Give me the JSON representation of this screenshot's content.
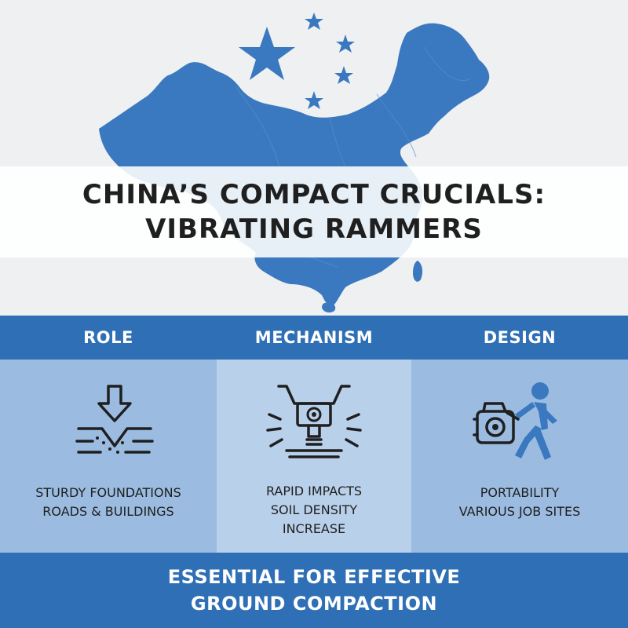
{
  "title": {
    "line1": "CHINA’S COMPACT CRUCIALS:",
    "line2": "VIBRATING RAMMERS"
  },
  "columns": [
    {
      "heading": "ROLE",
      "caption_lines": [
        "STURDY FOUNDATIONS",
        "ROADS & BUILDINGS"
      ],
      "icon": "ground-compaction-arrow-icon"
    },
    {
      "heading": "MECHANISM",
      "caption_lines": [
        "RAPID IMPACTS",
        "SOIL DENSITY",
        "INCREASE"
      ],
      "icon": "vibrating-rammer-icon"
    },
    {
      "heading": "DESIGN",
      "caption_lines": [
        "PORTABILITY",
        "VARIOUS JOB SITES"
      ],
      "icon": "worker-carrying-rammer-icon"
    }
  ],
  "footer": {
    "line1": "ESSENTIAL FOR EFFECTIVE",
    "line2": "GROUND COMPACTION"
  },
  "colors": {
    "brand_blue": "#2f6fb5",
    "map_blue": "#3a78bf",
    "panel_light": "#b9d0ea",
    "panel_mid": "#9bbce0",
    "text_dark": "#1f1f1f"
  }
}
